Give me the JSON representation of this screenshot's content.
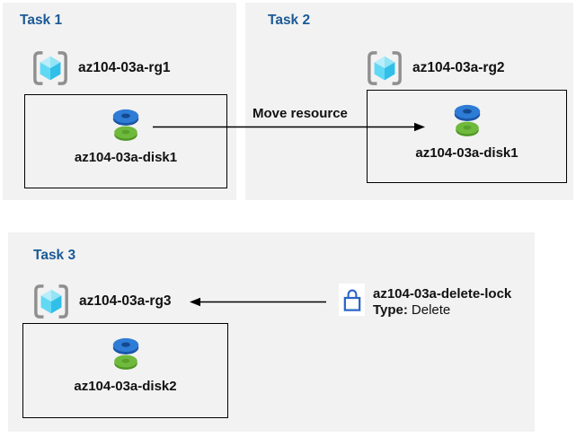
{
  "panels": {
    "task1": {
      "title": "Task 1",
      "resource_group": "az104-03a-rg1",
      "resource": "az104-03a-disk1"
    },
    "task2": {
      "title": "Task 2",
      "resource_group": "az104-03a-rg2",
      "resource": "az104-03a-disk1"
    },
    "task3": {
      "title": "Task 3",
      "resource_group": "az104-03a-rg3",
      "resource": "az104-03a-disk2",
      "lock": {
        "name": "az104-03a-delete-lock",
        "type_label": "Type:",
        "type_value": "Delete"
      }
    }
  },
  "annotations": {
    "move_resource_label": "Move resource"
  },
  "icons": {
    "resource_group": "resource-group-icon",
    "disk": "managed-disk-icon",
    "lock": "lock-icon"
  },
  "colors": {
    "panel_bg": "#F2F2F2",
    "task_title_blue": "#1B5A96",
    "arrow_black": "#000000",
    "lock_blue": "#2A64C5",
    "disk_blue": "#2E7CD6",
    "disk_blue_dark": "#17539F",
    "disk_green": "#6FB93C",
    "disk_green_dark": "#4E9624",
    "bracket_gray": "#8F8F8F",
    "cube_light": "#B9EDFA",
    "cube_mid_light": "#93E4F6",
    "cube_mid": "#62D9F4",
    "cube_dark": "#30BFE9"
  }
}
